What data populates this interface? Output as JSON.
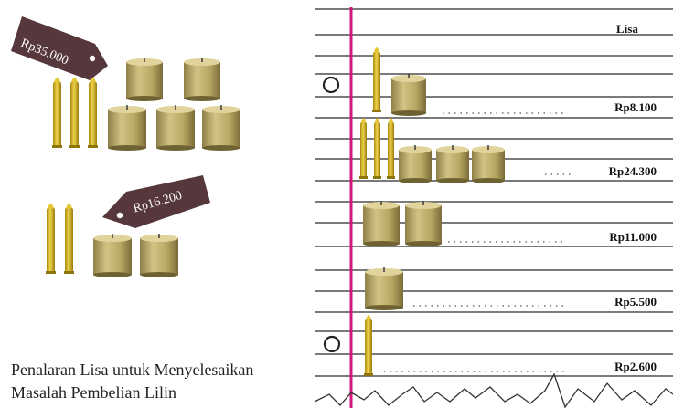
{
  "left_panel": {
    "tag_top": "Rp35.000",
    "tag_bottom": "Rp16.200"
  },
  "notebook": {
    "header": "Lisa",
    "rows": [
      {
        "label": "Rp8.100"
      },
      {
        "label": "Rp24.300"
      },
      {
        "label": "Rp11.000"
      },
      {
        "label": "Rp5.500"
      },
      {
        "label": "Rp2.600"
      }
    ]
  },
  "caption": {
    "line1": "Penalaran Lisa untuk Menyelesaikan",
    "line2": "Masalah Pembelian Lilin"
  },
  "colors": {
    "margin_line": "#d6157d",
    "candle_body": "#c9b877",
    "tall_candle": "#d9b81e",
    "tag_fill": "#56373c"
  },
  "icons": [
    "price-tag-icon",
    "tall-candle-icon",
    "short-candle-icon",
    "circle-marker-icon"
  ]
}
